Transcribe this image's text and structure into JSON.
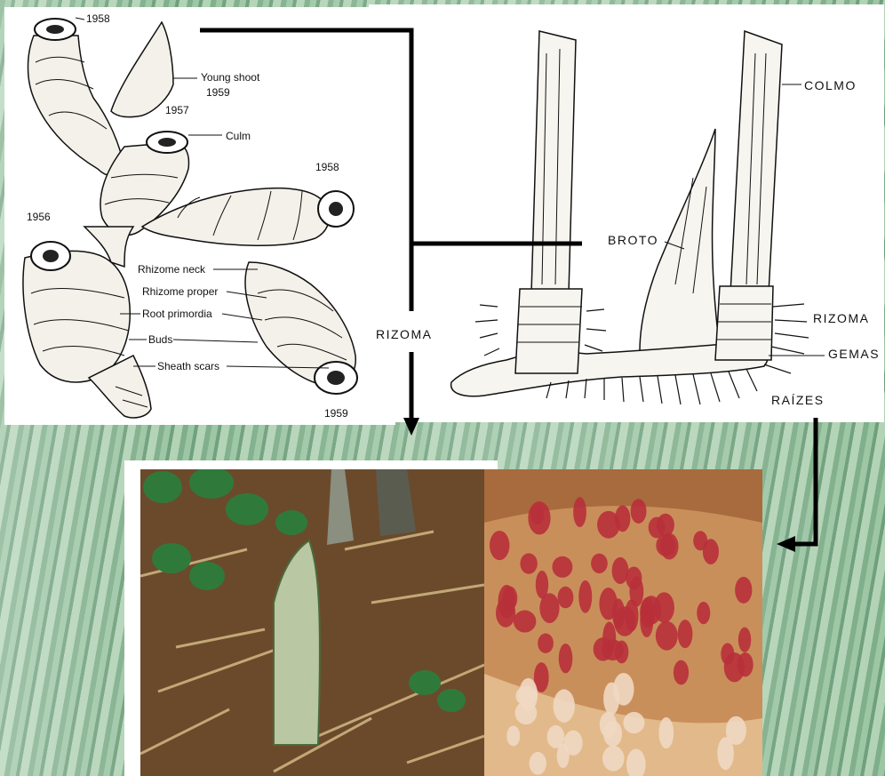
{
  "left_diagram": {
    "years": [
      "1958",
      "1957",
      "1958",
      "1956",
      "1959"
    ],
    "young_shoot": "Young shoot",
    "young_shoot_year": "1959",
    "labels": {
      "culm": "Culm",
      "rhizome_neck": "Rhizome neck",
      "rhizome_proper": "Rhizome proper",
      "root_primordia": "Root primordia",
      "buds": "Buds",
      "sheath_scars": "Sheath scars"
    }
  },
  "connector": {
    "rizoma": "RIZOMA"
  },
  "right_diagram": {
    "colmo": "COLMO",
    "broto": "BROTO",
    "rizoma": "RIZOMA",
    "gemas": "GEMAS",
    "raizes": "RAÍZES"
  },
  "colors": {
    "line": "#111111",
    "background_green": "#8fbb98",
    "root_bud_red": "#b8303a"
  }
}
